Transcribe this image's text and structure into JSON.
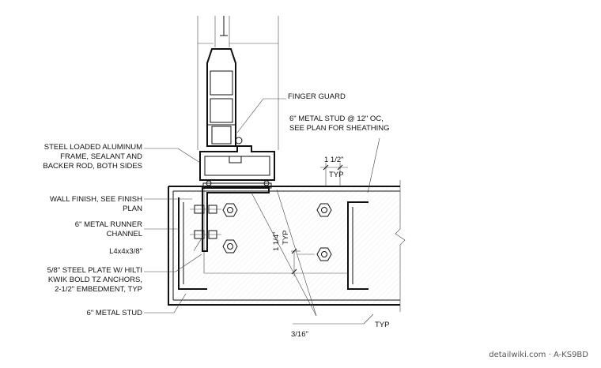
{
  "labels": {
    "finger_guard": "FINGER GUARD",
    "metal_stud_12oc_1": "6\" METAL STUD @ 12\" OC,",
    "metal_stud_12oc_2": "SEE PLAN FOR SHEATHING",
    "frame_1": "STEEL LOADED ALUMINUM",
    "frame_2": "FRAME, SEALANT AND",
    "frame_3": "BACKER ROD, BOTH SIDES",
    "dim_1_5": "1 1/2\"",
    "typ_top": "TYP",
    "wall_finish_1": "WALL FINISH, SEE FINISH",
    "wall_finish_2": "PLAN",
    "runner_1": "6\" METAL RUNNER",
    "runner_2": "CHANNEL",
    "dim_1_25": "1 1/4\"",
    "typ_vertical": "TYP",
    "angle": "L4x4x3/8\"",
    "plate_1": "5/8\" STEEL PLATE W/ HILTI",
    "plate_2": "KWIK BOLD TZ ANCHORS,",
    "plate_3": "2-1/2\" EMBEDMENT, TYP",
    "metal_stud": "6\" METAL STUD",
    "weld_size": "3/16\"",
    "weld_typ": "TYP"
  },
  "watermark": "detailwiki.com · A-KS9BD"
}
